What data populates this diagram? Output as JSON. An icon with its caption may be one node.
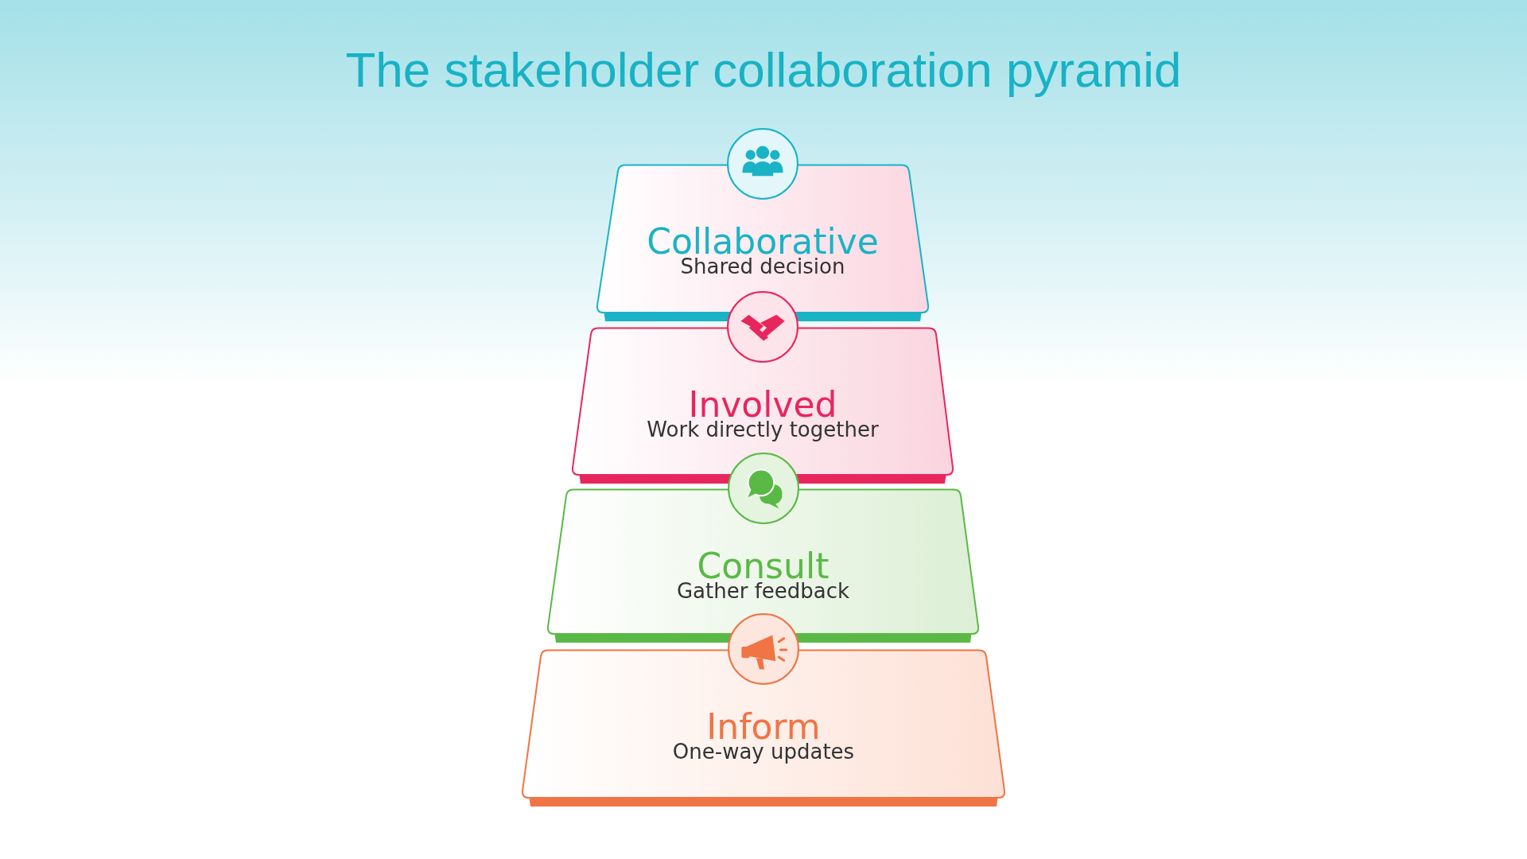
{
  "diagram": {
    "title": "The stakeholder collaboration pyramid",
    "nodes": [
      {
        "text": [
          "Collaborative",
          "Shared decision"
        ]
      },
      {
        "text": [
          "Involved",
          "Work directly together"
        ]
      },
      {
        "text": [
          "Consult",
          "Gather feedback"
        ]
      },
      {
        "text": [
          "Inform",
          "One-way updates"
        ]
      }
    ]
  }
}
